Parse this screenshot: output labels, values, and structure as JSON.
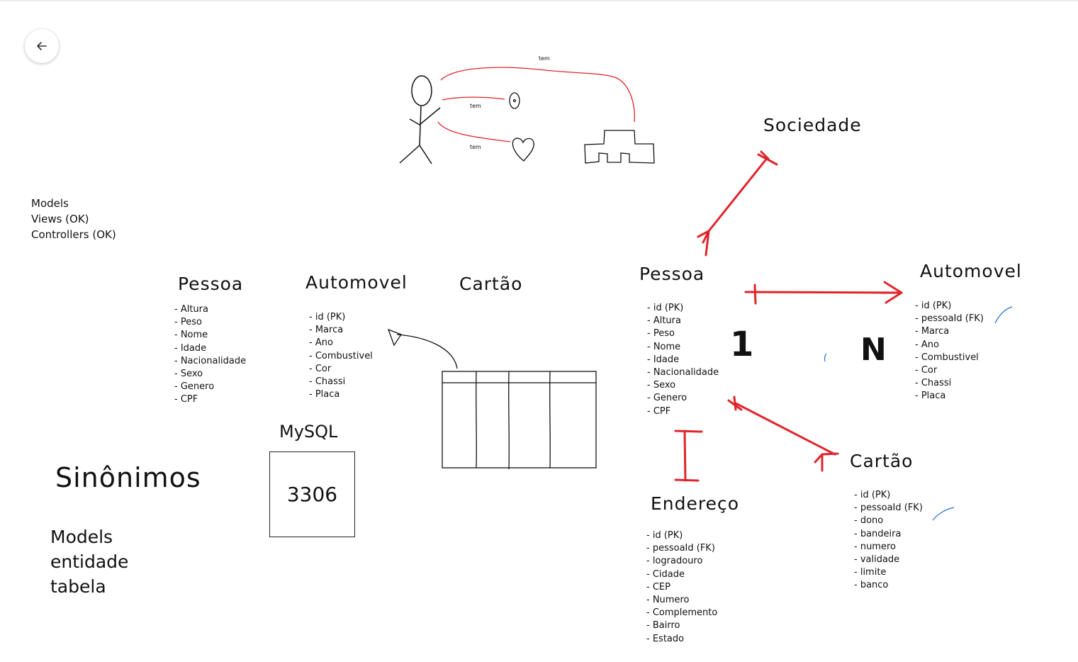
{
  "app": {
    "back_label": "Voltar"
  },
  "sketch": {
    "relation_labels": [
      "tem",
      "tem",
      "tem"
    ]
  },
  "mvc": {
    "items": [
      "Models",
      "Views (OK)",
      "Controllers (OK)"
    ]
  },
  "left_tables": {
    "pessoa": {
      "title": "Pessoa",
      "fields": [
        "Altura",
        "Peso",
        "Nome",
        "Idade",
        "Nacionalidade",
        "Sexo",
        "Genero",
        "CPF"
      ]
    },
    "automovel": {
      "title": "Automovel",
      "fields": [
        "id (PK)",
        "Marca",
        "Ano",
        "Combustivel",
        "Cor",
        "Chassi",
        "Placa"
      ]
    },
    "cartao": {
      "title": "Cartão"
    }
  },
  "mysql": {
    "label": "MySQL",
    "port": "3306"
  },
  "synonyms": {
    "title": "Sinônimos",
    "items": [
      "Models",
      "entidade",
      "tabela"
    ]
  },
  "erd": {
    "sociedade": {
      "title": "Sociedade"
    },
    "pessoa": {
      "title": "Pessoa",
      "fields": [
        "id (PK)",
        "Altura",
        "Peso",
        "Nome",
        "Idade",
        "Nacionalidade",
        "Sexo",
        "Genero",
        "CPF"
      ]
    },
    "automovel": {
      "title": "Automovel",
      "fields": [
        "id (PK)",
        "pessoaId (FK)",
        "Marca",
        "Ano",
        "Combustivel",
        "Cor",
        "Chassi",
        "Placa"
      ]
    },
    "cartao": {
      "title": "Cartão",
      "fields": [
        "id (PK)",
        "pessoaId (FK)",
        "dono",
        "bandeira",
        "numero",
        "validade",
        "limite",
        "banco"
      ]
    },
    "endereco": {
      "title": "Endereço",
      "fields": [
        "id (PK)",
        "pessoaId (FK)",
        "logradouro",
        "Cidade",
        "CEP",
        "Numero",
        "Complemento",
        "Bairro",
        "Estado"
      ]
    },
    "cardinality": {
      "one": "1",
      "many": "N"
    }
  },
  "colors": {
    "relation": "#e0242b",
    "ink": "#111111",
    "accent_blue": "#1f6fd1"
  }
}
